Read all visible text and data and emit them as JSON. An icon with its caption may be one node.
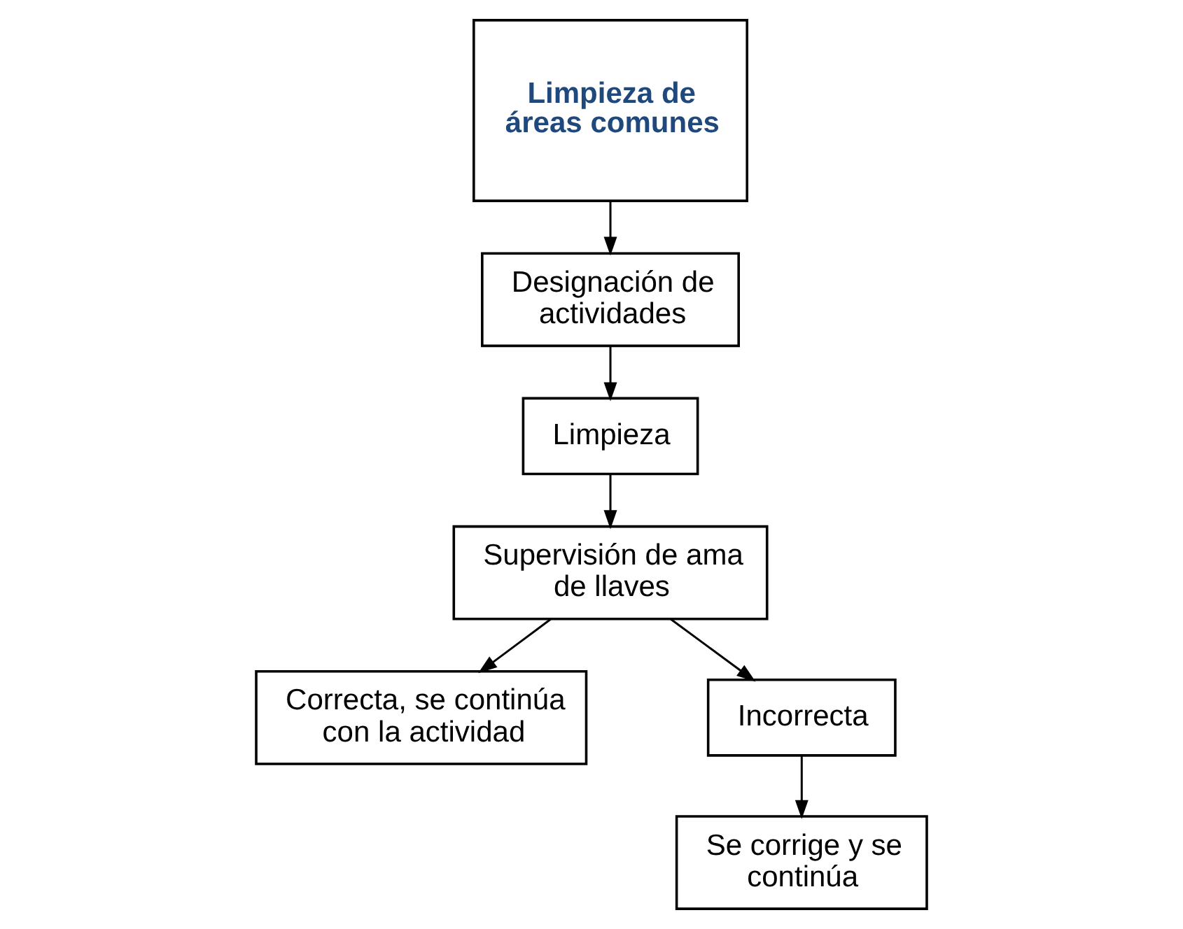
{
  "diagram": {
    "nodes": [
      {
        "text": [
          "Limpieza de áreas comunes"
        ]
      },
      {
        "text": [
          "Designación de actividades"
        ]
      },
      {
        "text": [
          "Limpieza"
        ]
      },
      {
        "text": [
          "Supervisión de ama de llaves"
        ]
      },
      {
        "text": [
          "Correcta, se continúa con la actividad"
        ]
      },
      {
        "text": [
          "Incorrecta"
        ]
      },
      {
        "text": [
          "Se corrige y se continúa"
        ]
      }
    ],
    "edges": [
      {
        "from": 0,
        "to": 1,
        "arrow": "to"
      },
      {
        "from": 1,
        "to": 2,
        "arrow": "to"
      },
      {
        "from": 2,
        "to": 3,
        "arrow": "to"
      },
      {
        "from": 3,
        "to": 4,
        "arrow": "to"
      },
      {
        "from": 3,
        "to": 5,
        "arrow": "to"
      },
      {
        "from": 5,
        "to": 6,
        "arrow": "to"
      }
    ]
  }
}
